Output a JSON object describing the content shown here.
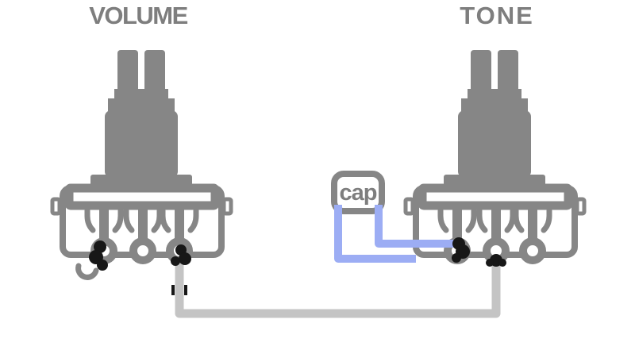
{
  "labels": {
    "volume": "VOLUME",
    "tone": "TONE",
    "capacitor": "cap"
  },
  "colors": {
    "background": "#ffffff",
    "outline": "#868686",
    "label": "#7e7e7e",
    "wire_ground": "#c4c4c4",
    "wire_cap": "#9cadf4",
    "solder": "#171717"
  },
  "components": {
    "volume_pot": {
      "label": "VOLUME",
      "lug_count": 3,
      "connections": [
        "lug 1 bent and soldered to pot casing (ground)",
        "lug 3 soldered to gray wire running to tone pot lug 2"
      ]
    },
    "tone_pot": {
      "label": "TONE",
      "lug_count": 3,
      "connections": [
        "lug 1 soldered to capacitor right leg (blue wire)",
        "lug 2 soldered to gray wire from volume pot lug 3",
        "pot casing grounded to capacitor left leg (blue wire)"
      ]
    },
    "capacitor": {
      "label": "cap",
      "leg_color": "#9cadf4"
    },
    "wires": [
      {
        "name": "volume-lug3-to-tone-lug2",
        "color": "#c4c4c4"
      },
      {
        "name": "cap-right-leg-to-tone-lug1",
        "color": "#9cadf4"
      },
      {
        "name": "cap-left-leg-to-tone-casing-ground",
        "color": "#9cadf4"
      }
    ]
  }
}
